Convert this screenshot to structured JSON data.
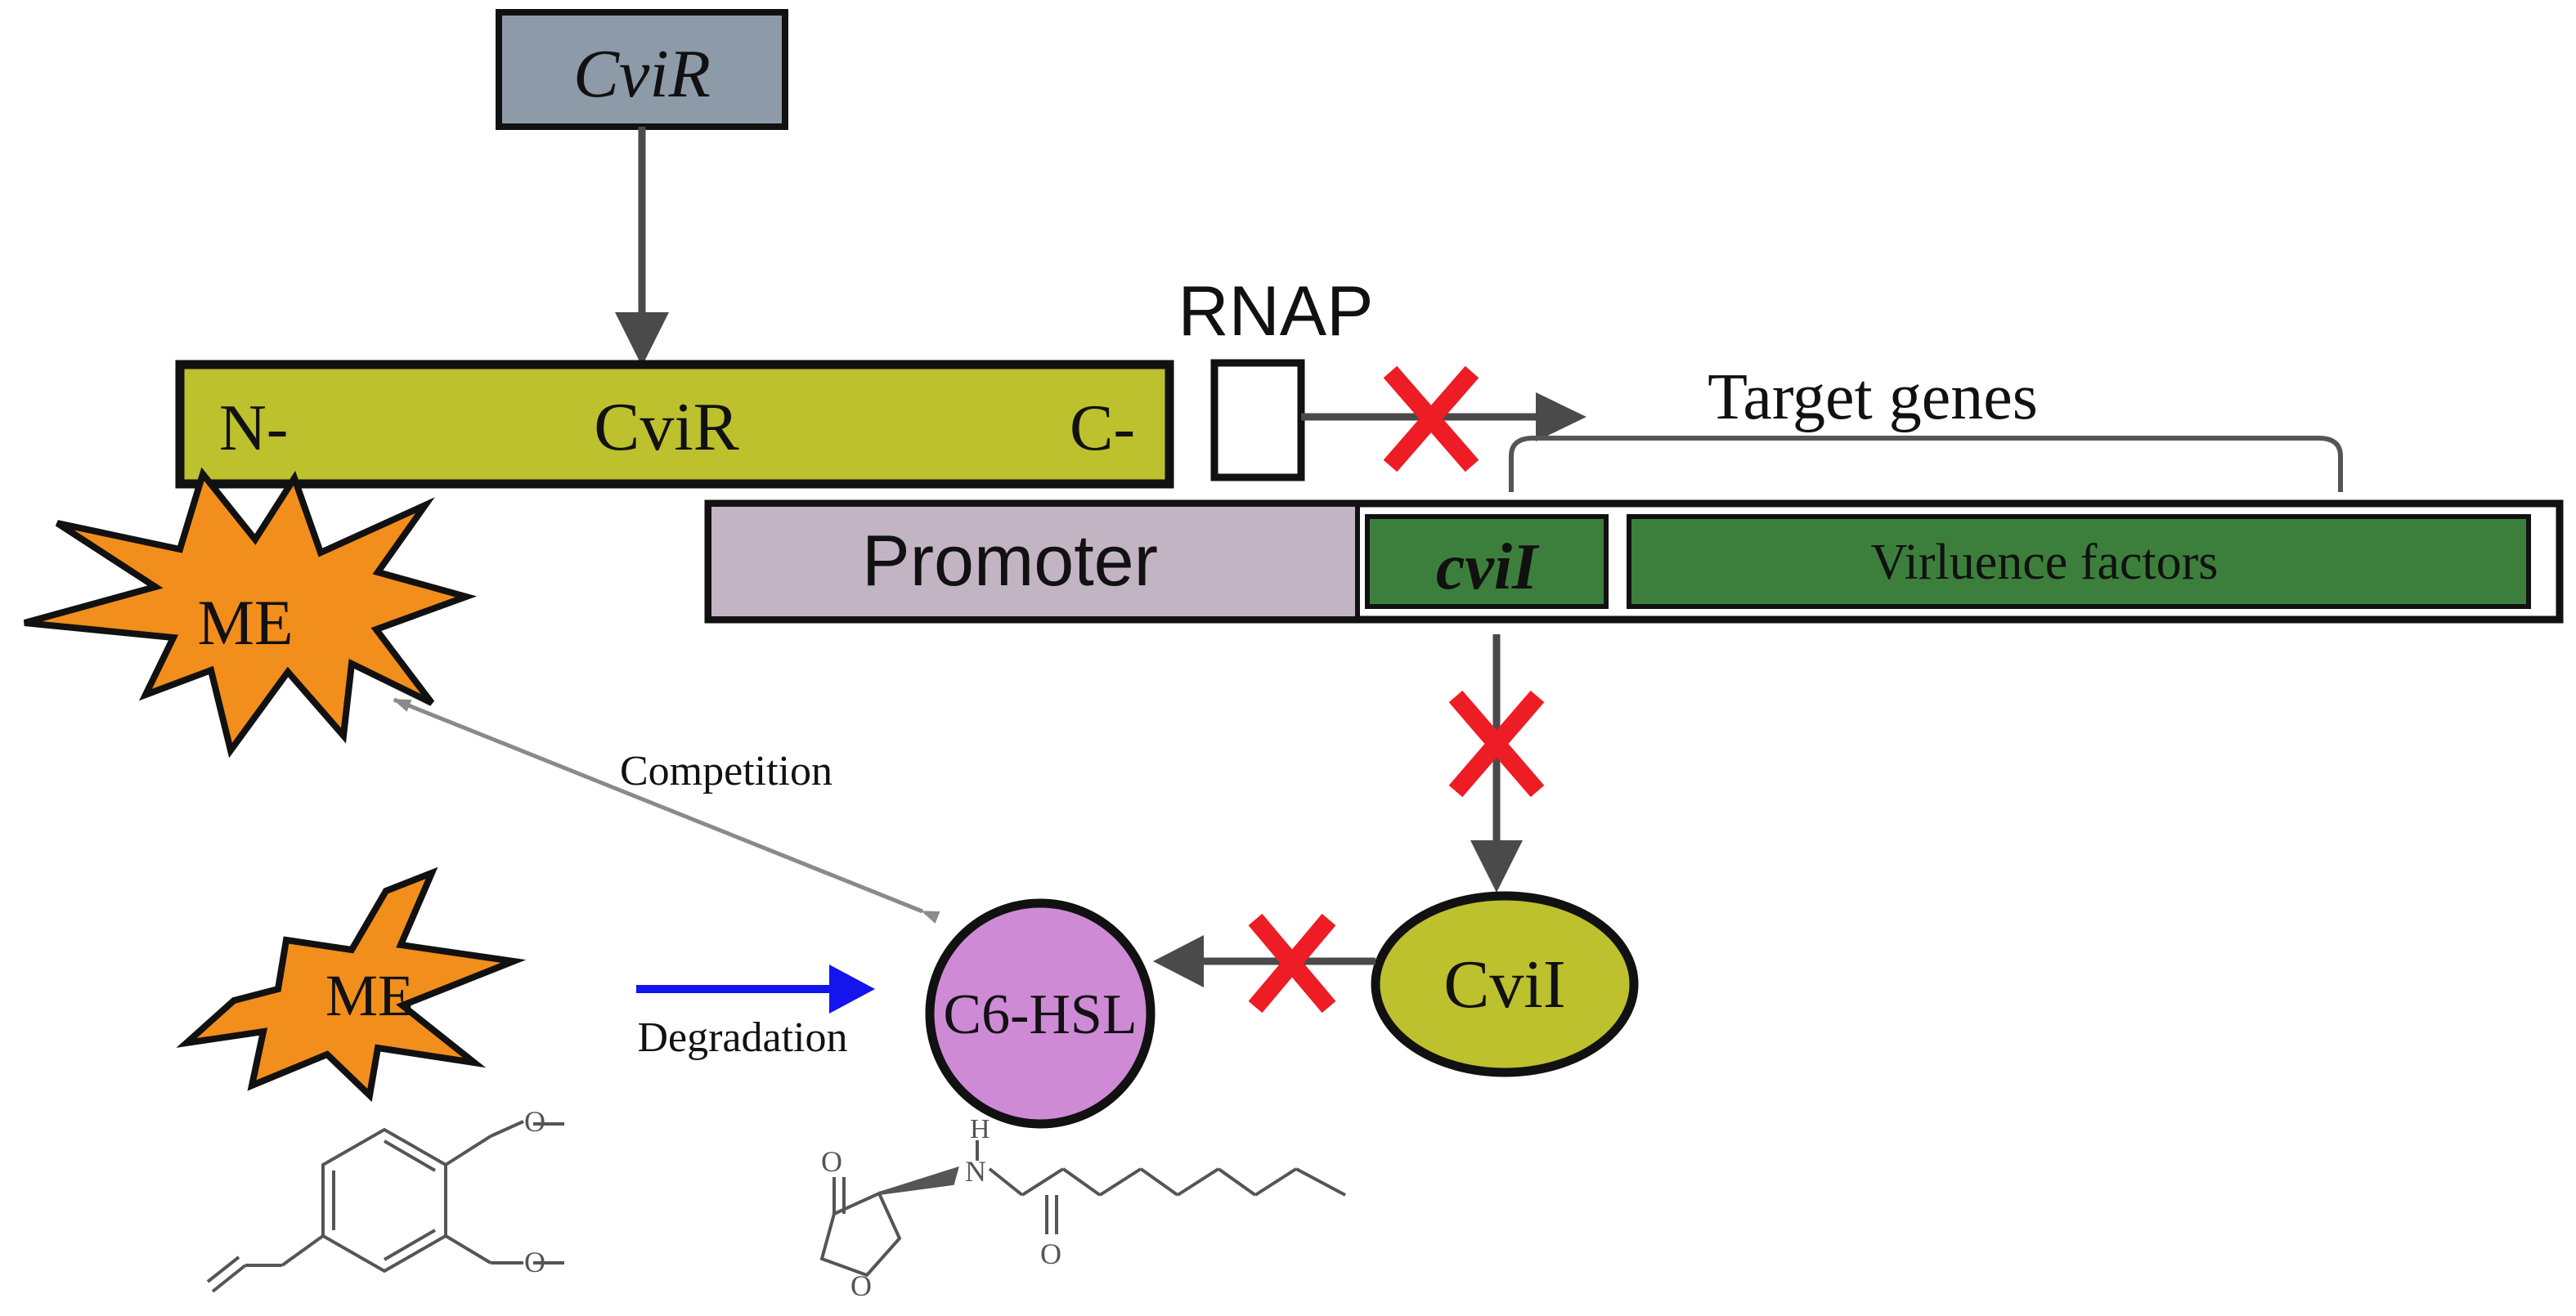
{
  "labels": {
    "cviR_gene": "CviR",
    "rnap": "RNAP",
    "cviR_n_term": "N-",
    "cviR_protein": "CviR",
    "cviR_c_term": "C-",
    "target_genes": "Target genes",
    "promoter": "Promoter",
    "cviI_gene": "cviI",
    "virulence": "Virluence factors",
    "me_top": "ME",
    "competition": "Competition",
    "me_bottom": "ME",
    "degradation": "Degradation",
    "c6hsl": "C6-HSL",
    "cviI_protein": "CviI",
    "nh_h": "H",
    "nh_n": "N",
    "lactone_o": "O"
  },
  "colors": {
    "cviR_gene_box": "#8d9aa8",
    "cviR_protein_bar": "#bcc12d",
    "promoter": "#c2b4c2",
    "gene_green": "#3c7f3c",
    "me_star": "#f28e1c",
    "c6hsl_circle": "#cf8ad6",
    "cviI_ellipse": "#bcc12d",
    "inhibition_x": "#ee1c25",
    "degradation_arrow": "#1414ee",
    "arrow_grey": "#4a4a4a"
  }
}
